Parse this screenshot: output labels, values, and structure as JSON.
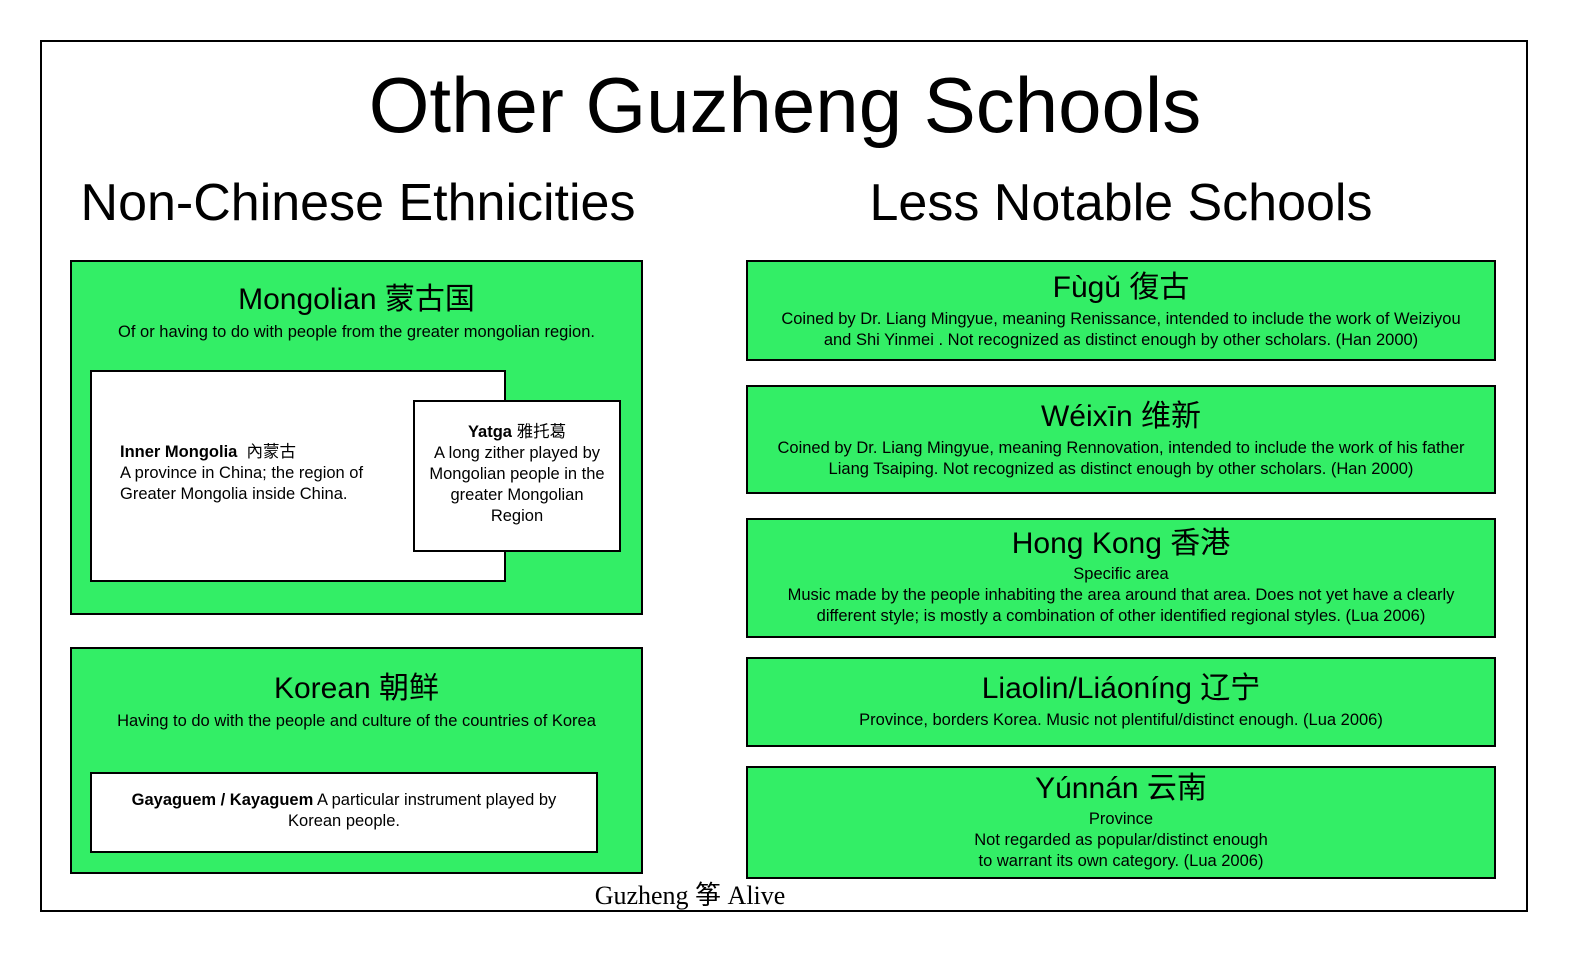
{
  "title": "Other Guzheng Schools",
  "left_heading": "Non-Chinese Ethnicities",
  "right_heading": "Less Notable Schools",
  "mongolian": {
    "title": "Mongolian 蒙古国",
    "description": "Of or having to do with people from the  greater mongolian region.",
    "inner_mongolia": {
      "name": "Inner Mongolia",
      "chinese": "內蒙古",
      "description": "A province in China; the region of\nGreater Mongolia inside China."
    },
    "yatga": {
      "name": "Yatga",
      "chinese": "雅托葛",
      "description": "A long zither played by\nMongolian people in the\ngreater Mongolian\nRegion"
    }
  },
  "korean": {
    "title": "Korean 朝鲜",
    "description": "Having to do with the people and culture of the countries of Korea",
    "instrument": {
      "name": "Gayaguem / Kayaguem",
      "description": "A particular instrument played by\nKorean people."
    }
  },
  "schools": [
    {
      "title": "Fùgǔ 復古",
      "description": "Coined by Dr. Liang Mingyue, meaning Renissance, intended to include the work of Weiziyou\nand Shi Yinmei . Not recognized as distinct enough by other scholars. (Han 2000)"
    },
    {
      "title": "Wéixīn 维新",
      "description": "Coined by Dr. Liang Mingyue, meaning Rennovation, intended to include the work of his father\nLiang Tsaiping. Not recognized as distinct enough by other scholars. (Han 2000)"
    },
    {
      "title": "Hong Kong 香港",
      "description": "Specific area\nMusic made by the people inhabiting the area around that area. Does not yet have a clearly\ndifferent style; is mostly a combination of other identified regional styles. (Lua 2006)"
    },
    {
      "title": "Liaolin/Liáoníng 辽宁",
      "description": "Province, borders Korea. Music not plentiful/distinct enough. (Lua 2006)"
    },
    {
      "title": "Yúnnán 云南",
      "description": "Province\nNot regarded as popular/distinct enough\n to warrant its own category. (Lua 2006)"
    }
  ],
  "footer": "Guzheng 筝 Alive",
  "colors": {
    "box_fill": "#33ee66",
    "border": "#000000",
    "background": "#ffffff"
  }
}
